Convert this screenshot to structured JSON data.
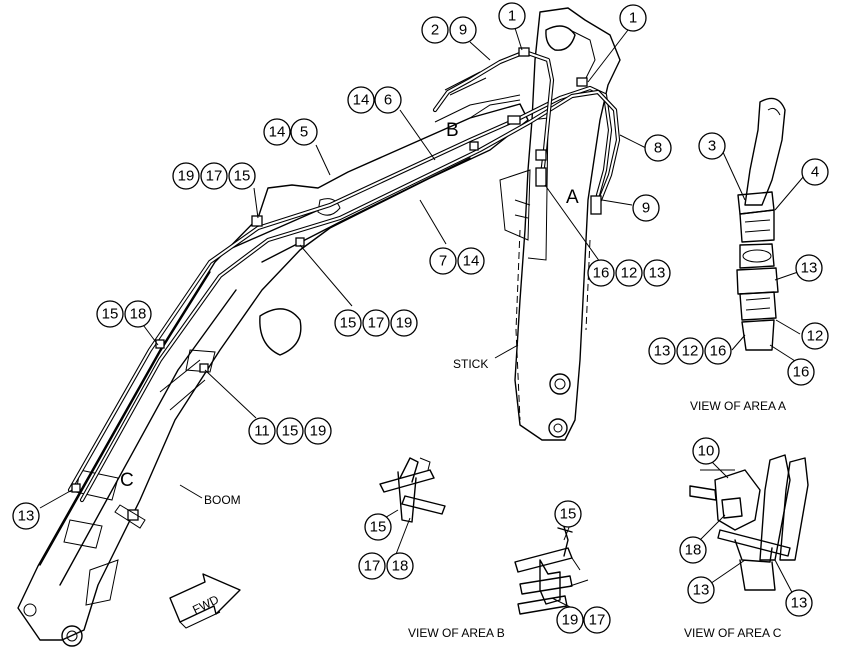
{
  "areas": {
    "a": "A",
    "b": "B",
    "c": "C"
  },
  "labels": {
    "stick": "STICK",
    "boom": "BOOM",
    "fwd": "FWD",
    "view_a": "VIEW OF AREA A",
    "view_b": "VIEW OF AREA B",
    "view_c": "VIEW OF AREA C"
  },
  "balloons": {
    "b1": "1",
    "b2": "2",
    "b3": "3",
    "b4": "4",
    "b5": "5",
    "b6": "6",
    "b7": "7",
    "b8": "8",
    "b9": "9",
    "b10": "10",
    "b11": "11",
    "b12": "12",
    "b13": "13",
    "b14": "14",
    "b15": "15",
    "b16": "16",
    "b17": "17",
    "b18": "18",
    "b19": "19"
  }
}
